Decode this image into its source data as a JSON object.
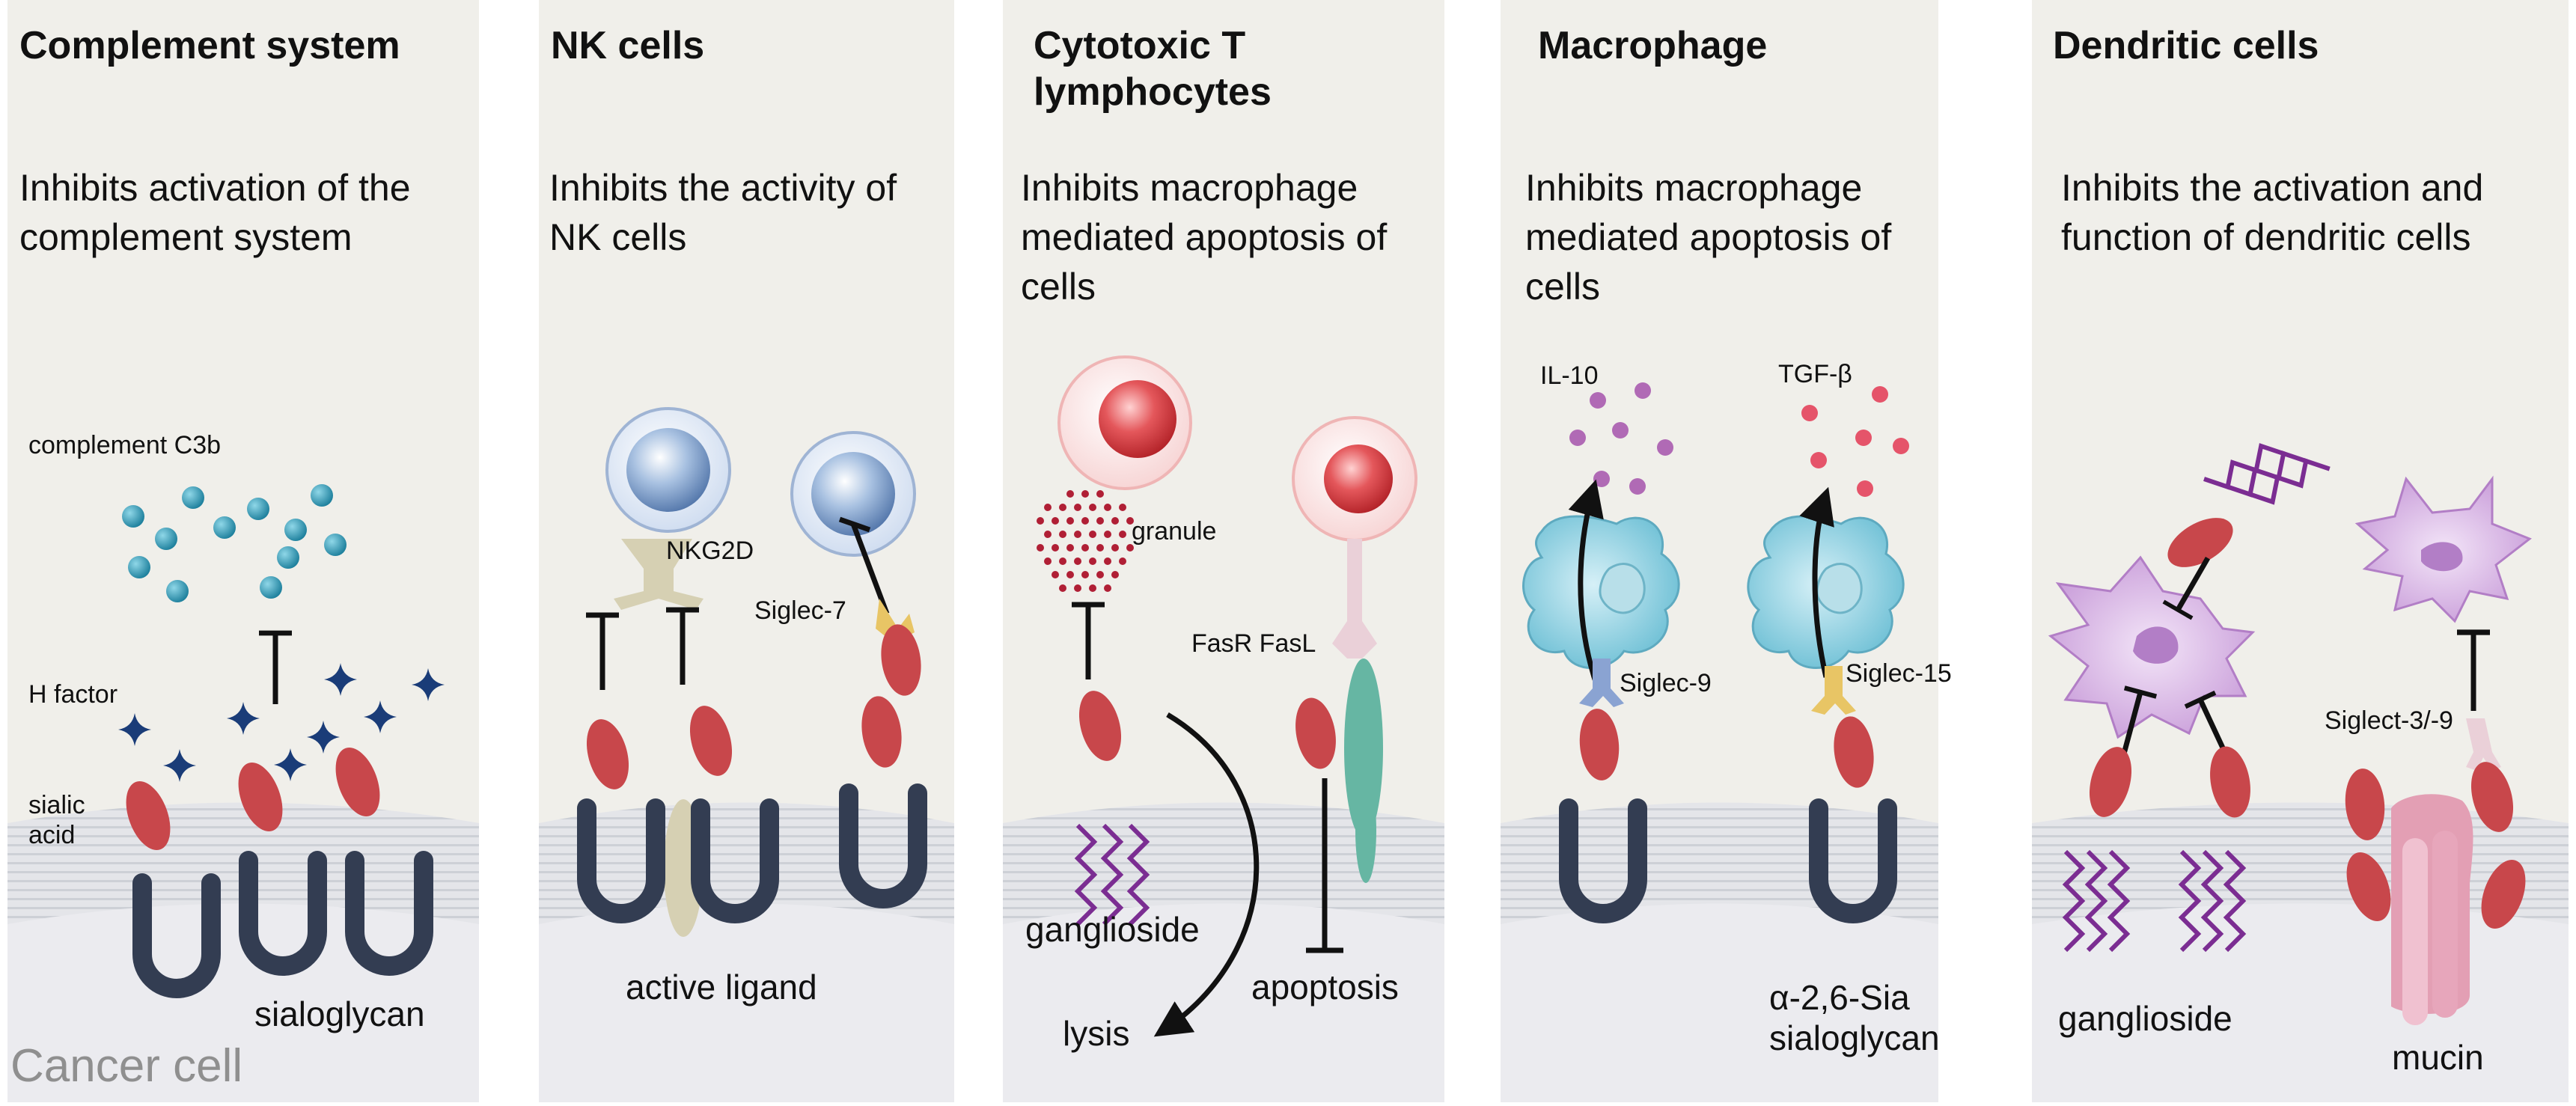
{
  "panels": [
    {
      "title": "Complement system",
      "description": "Inhibits activation of the complement system",
      "labels": {
        "c3b": "complement C3b",
        "h_factor": "H factor",
        "sialic_acid": "sialic acid",
        "sialoglycan": "sialoglycan",
        "cancer_cell": "Cancer cell"
      }
    },
    {
      "title": "NK cells",
      "description": "Inhibits the activity of NK cells",
      "labels": {
        "nkg2d": "NKG2D",
        "siglec7": "Siglec-7",
        "active_ligand": "active ligand"
      }
    },
    {
      "title": "Cytotoxic T lymphocytes",
      "description": "Inhibits macrophage mediated apoptosis of cells",
      "labels": {
        "granule": "granule",
        "fasr_fasl": "FasR FasL",
        "ganglioside": "ganglioside",
        "apoptosis": "apoptosis",
        "lysis": "lysis"
      }
    },
    {
      "title": "Macrophage",
      "description": "Inhibits macrophage mediated apoptosis of cells",
      "labels": {
        "il10": "IL-10",
        "tgfb": "TGF-β",
        "siglec9": "Siglec-9",
        "siglec15": "Siglec-15",
        "a26": "α-2,6-Sia",
        "sialoglycan": "sialoglycan"
      }
    },
    {
      "title": "Dendritic cells",
      "description": "Inhibits the activation and function of dendritic cells",
      "labels": {
        "siglect39": "Siglect-3/-9",
        "ganglioside": "ganglioside",
        "mucin": "mucin"
      }
    }
  ],
  "colors": {
    "panel_bg": "#f0efea",
    "membrane": "#e3e4e8",
    "membrane_stripe": "#cfd1d6",
    "receptor": "#333d52",
    "sialic_acid": "#c8474b",
    "c3b": "#2a9ab6",
    "h_factor": "#1a3c78",
    "nk_cell": "#7e9fc8",
    "ctl_cell": "#d9373d",
    "macrophage": "#7cc6d8",
    "dendritic": "#d5aee0",
    "ganglioside": "#7b2d92",
    "mucin": "#e39fb4",
    "fas": "#66b6a3",
    "ligand": "#d6d0b3"
  }
}
